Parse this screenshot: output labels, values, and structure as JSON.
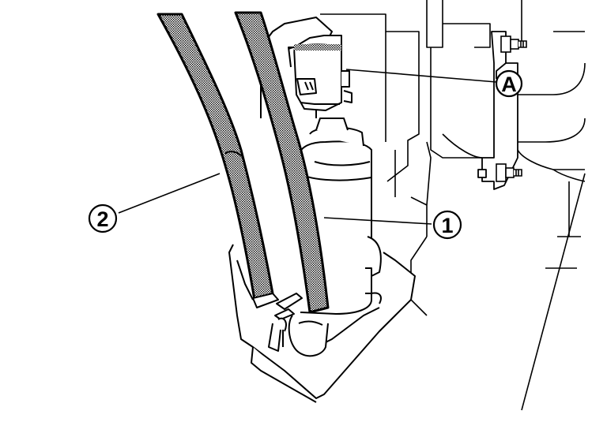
{
  "callouts": {
    "pump": "1",
    "hose": "2",
    "connector": "A"
  },
  "colors": {
    "line": "#000000",
    "background": "#ffffff",
    "hose_fill": "#bdbdbd"
  }
}
